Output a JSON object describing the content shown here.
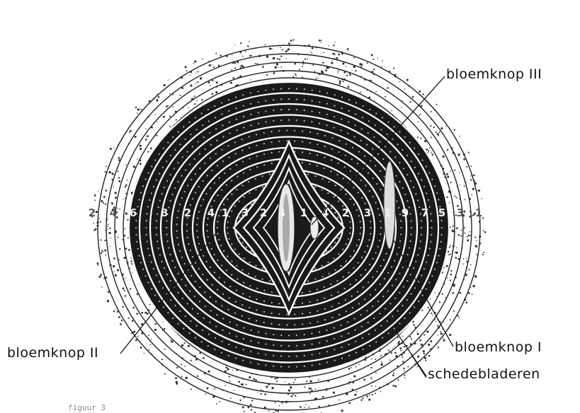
{
  "labels": {
    "bud_three": "bloemknop III",
    "bud_two": "bloemknop II",
    "bud_one": "bloemknop I",
    "sheath_leaves": "schedebladeren"
  },
  "caption": "figuur 3",
  "ring_numbers": {
    "left": [
      "2",
      "4",
      "6",
      "8",
      "2",
      "4",
      "1",
      "3",
      "2",
      "4"
    ],
    "right": [
      "1",
      "4",
      "2",
      "3",
      "1",
      "9",
      "7",
      "5",
      "3",
      "1"
    ]
  },
  "colors": {
    "dark": "#1a1a1a",
    "light": "#ffffff",
    "stipple": "#333333"
  }
}
